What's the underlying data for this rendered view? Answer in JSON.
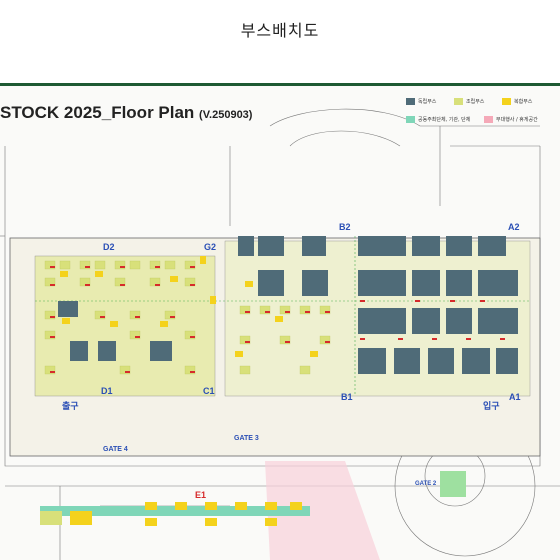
{
  "header": {
    "title": "부스배치도"
  },
  "plan": {
    "title": "STOCK 2025_Floor Plan",
    "version": "(V.250903)",
    "entrance_label": "입구",
    "exit_label": "출구",
    "halls": [
      "D2",
      "G2",
      "B2",
      "A2",
      "D1",
      "C1",
      "B1",
      "A1"
    ],
    "gates": [
      "GATE 3",
      "GATE 4",
      "GATE 2"
    ],
    "e1_label": "E1"
  },
  "legend": {
    "items": [
      {
        "label": "독립부스",
        "color": "#4f6b78"
      },
      {
        "label": "조립부스",
        "color": "#d8e07a"
      },
      {
        "label": "복합부스",
        "color": "#f4d21c"
      },
      {
        "label": "공동주최단체, 기관, 단체",
        "color": "#7fd6b8"
      },
      {
        "label": "부대행사 / 휴게공간",
        "color": "#f5a9b8"
      }
    ]
  },
  "colors": {
    "accent_green": "#1e5a33",
    "booth_dark": "#4f6b78",
    "booth_light": "#d8e07a",
    "booth_yellow": "#f4d21c",
    "booth_red": "#d62b2b",
    "hall_label": "#2a4fb5"
  }
}
